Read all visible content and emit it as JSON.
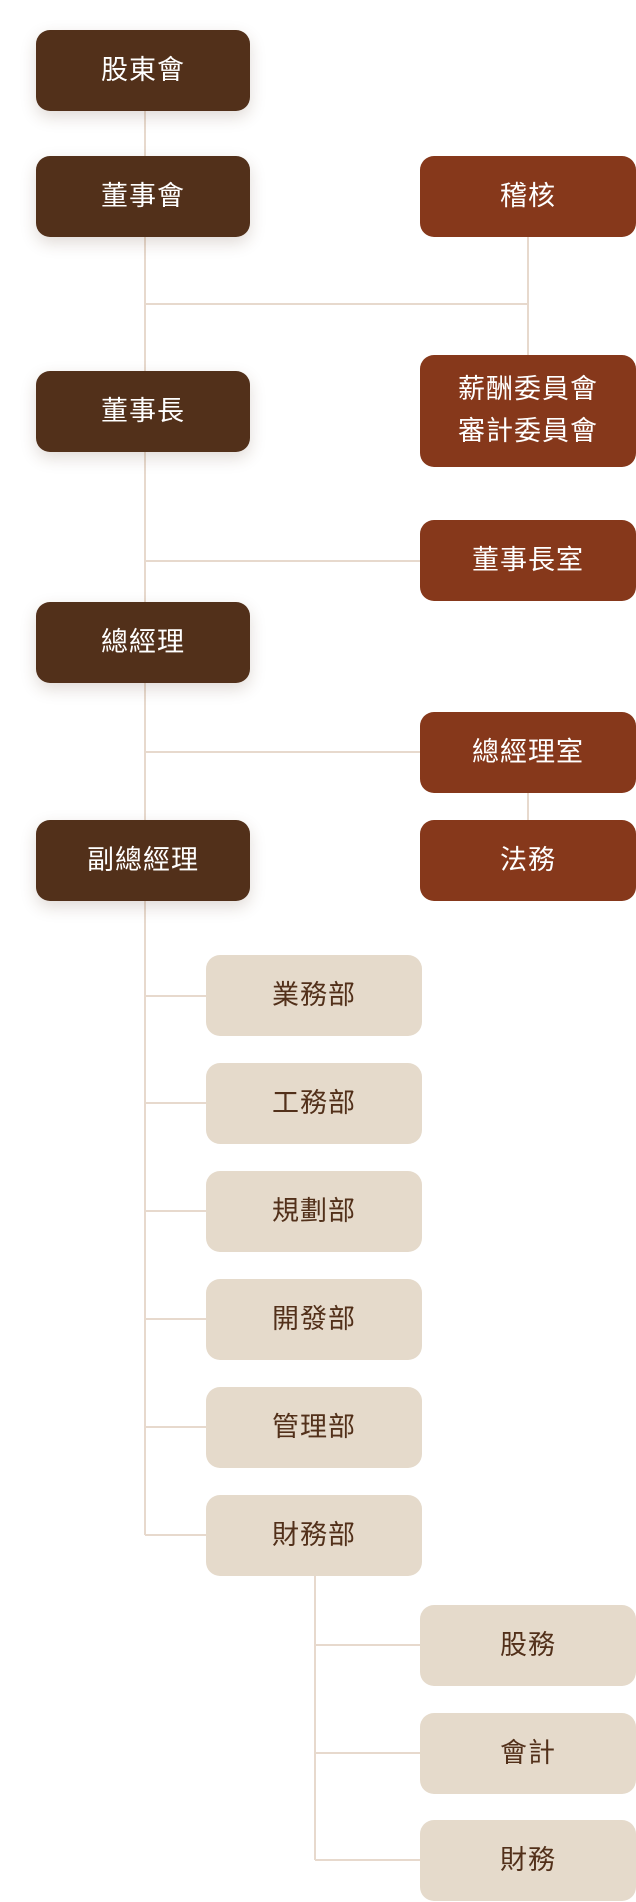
{
  "colors": {
    "management": "#52301a",
    "staff": "#86381b",
    "department": "#e5dacb",
    "department_text": "#52301a",
    "connector": "#e7d9cd"
  },
  "nodes": {
    "shareholders": "股東會",
    "board": "董事會",
    "audit": "稽核",
    "chairman": "董事長",
    "committee_line1": "薪酬委員會",
    "committee_line2": "審計委員會",
    "chairman_office": "董事長室",
    "general_manager": "總經理",
    "gm_office": "總經理室",
    "deputy_gm": "副總經理",
    "legal": "法務"
  },
  "departments": [
    "業務部",
    "工務部",
    "規劃部",
    "開發部",
    "管理部",
    "財務部"
  ],
  "finance_units": [
    "股務",
    "會計",
    "財務"
  ]
}
